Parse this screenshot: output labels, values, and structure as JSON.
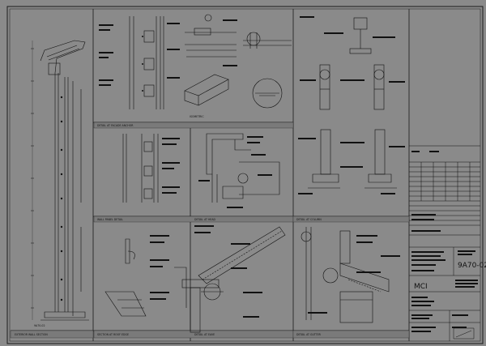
{
  "sheet": {
    "sheet_number": "9A70-02",
    "logo": "MCI",
    "grid_label": "9A70-02"
  },
  "panels": {
    "p1_caption": "EXTERIOR WALL SECTION",
    "p2_caption": "DETAIL AT FACADE ANCHOR",
    "p2_subcaption": "ISOMETRIC",
    "p3_caption": "WALL PANEL DETAIL",
    "p4_caption": "DETAIL AT HEAD",
    "p5_caption": "DETAIL AT COLUMN",
    "p6_caption": "SECTION AT ROOF EDGE",
    "p7_caption": "DETAIL AT EAVE",
    "p8_caption": "DETAIL AT GUTTER"
  }
}
